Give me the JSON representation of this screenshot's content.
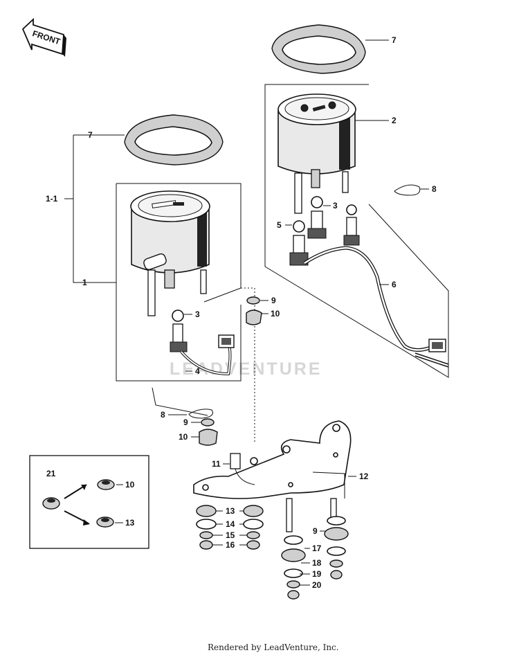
{
  "front_label": "FRONT",
  "watermark": "LEADVENTURE",
  "footer": "Rendered by LeadVenture, Inc.",
  "callouts": {
    "c7a": "7",
    "c7b": "7",
    "c2": "2",
    "c8a": "8",
    "c3a": "3",
    "c5": "5",
    "c6": "6",
    "c1_1": "1-1",
    "c1": "1",
    "c3b": "3",
    "c4": "4",
    "c9a": "9",
    "c10a": "10",
    "c8b": "8",
    "c9b": "9",
    "c10b": "10",
    "c11": "11",
    "c12": "12",
    "c21": "21",
    "c10c": "10",
    "c13a": "13",
    "c13b": "13",
    "c14": "14",
    "c15": "15",
    "c16": "16",
    "c9c": "9",
    "c17": "17",
    "c18": "18",
    "c19": "19",
    "c20": "20"
  }
}
